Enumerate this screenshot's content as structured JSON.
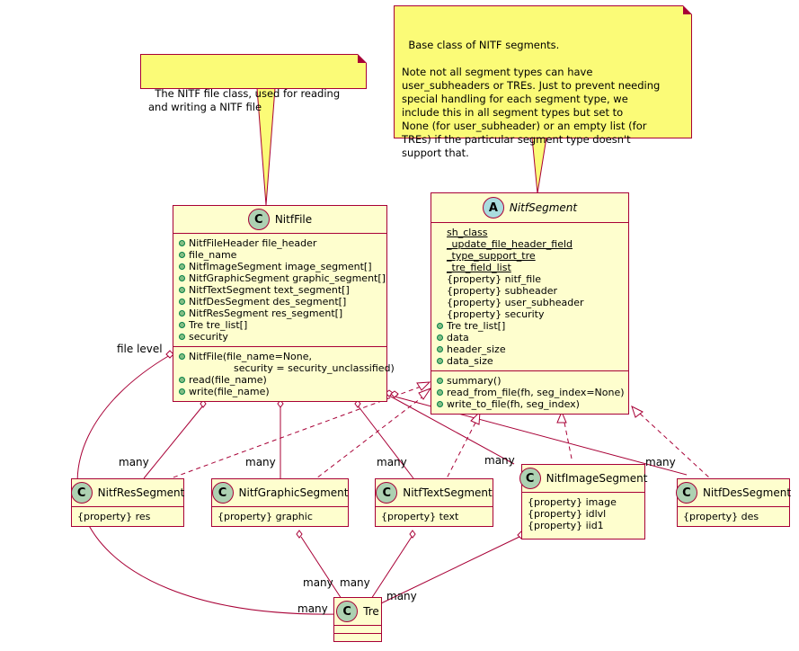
{
  "notes": {
    "nitf_file": "The NITF file class, used for reading\nand writing a NITF file",
    "nitf_segment": "Base class of NITF segments.\n\nNote not all segment types can have\nuser_subheaders or TREs. Just to prevent needing\nspecial handling for each segment type, we\ninclude this in all segment types but set to\nNone (for user_subheader) or an empty list (for\nTREs) if the particular segment type doesn't\nsupport that."
  },
  "classes": {
    "nitf_file": {
      "name": "NitfFile",
      "badge": "C",
      "fields": [
        "NitfFileHeader file_header",
        "file_name",
        "NitfImageSegment image_segment[]",
        "NitfGraphicSegment graphic_segment[]",
        "NitfTextSegment text_segment[]",
        "NitfDesSegment des_segment[]",
        "NitfResSegment res_segment[]",
        "Tre tre_list[]",
        "security"
      ],
      "methods": [
        "NitfFile(file_name=None,",
        "security = security_unclassified)",
        "read(file_name)",
        "write(file_name)"
      ]
    },
    "nitf_segment": {
      "name": "NitfSegment",
      "badge": "A",
      "static_fields": [
        "sh_class",
        "_update_file_header_field",
        "_type_support_tre",
        "_tre_field_list"
      ],
      "properties": [
        "{property} nitf_file",
        "{property} subheader",
        "{property} user_subheader",
        "{property} security"
      ],
      "fields": [
        "Tre tre_list[]",
        "data",
        "header_size",
        "data_size"
      ],
      "methods": [
        "summary()",
        "read_from_file(fh, seg_index=None)",
        "write_to_file(fh, seg_index)"
      ]
    },
    "nitf_res_segment": {
      "name": "NitfResSegment",
      "badge": "C",
      "fields": [
        "{property} res"
      ]
    },
    "nitf_graphic_segment": {
      "name": "NitfGraphicSegment",
      "badge": "C",
      "fields": [
        "{property} graphic"
      ]
    },
    "nitf_text_segment": {
      "name": "NitfTextSegment",
      "badge": "C",
      "fields": [
        "{property} text"
      ]
    },
    "nitf_image_segment": {
      "name": "NitfImageSegment",
      "badge": "C",
      "fields": [
        "{property} image",
        "{property} idlvl",
        "{property} iid1"
      ]
    },
    "nitf_des_segment": {
      "name": "NitfDesSegment",
      "badge": "C",
      "fields": [
        "{property} des"
      ]
    },
    "tre": {
      "name": "Tre",
      "badge": "C"
    }
  },
  "labels": {
    "file_level": "file level",
    "many_res": "many",
    "many_graphic": "many",
    "many_text": "many",
    "many_image": "many",
    "many_des": "many",
    "many_tre_graphic": "many",
    "many_tre_text": "many",
    "many_tre_image": "many",
    "many_tre_file": "many"
  },
  "colors": {
    "border": "#A80036",
    "class_fill": "#FEFECE",
    "note_fill": "#FBFB77",
    "class_badge": "#ADD1B2",
    "abstract_badge": "#A9DCDF",
    "visibility_public": "#84BE84"
  }
}
